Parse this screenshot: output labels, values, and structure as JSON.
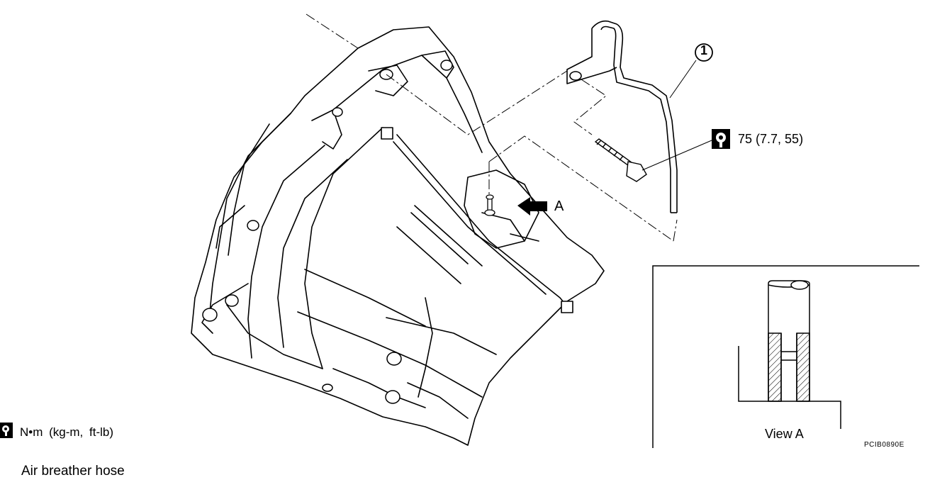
{
  "callouts": {
    "item_number": "1",
    "view_arrow_label": "A"
  },
  "torque": {
    "value": "75 (7.7, 55)"
  },
  "view_a": {
    "caption": "View A"
  },
  "legend": {
    "separator": ":",
    "units": "N•m (kg-m, ft-lb)",
    "icon": "torque-wrench-icon"
  },
  "parts": {
    "item_1_name": "Air breather hose"
  },
  "figure_code": "PCIB0890E"
}
